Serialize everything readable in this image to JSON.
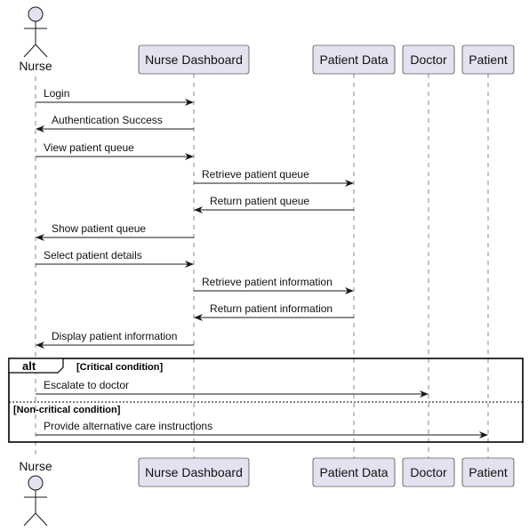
{
  "participants": [
    {
      "id": "nurse",
      "label": "Nurse",
      "kind": "actor"
    },
    {
      "id": "dashboard",
      "label": "Nurse Dashboard",
      "kind": "box"
    },
    {
      "id": "patient_data",
      "label": "Patient Data",
      "kind": "box"
    },
    {
      "id": "doctor",
      "label": "Doctor",
      "kind": "box"
    },
    {
      "id": "patient",
      "label": "Patient",
      "kind": "box"
    }
  ],
  "messages": [
    {
      "from": "nurse",
      "to": "dashboard",
      "text": "Login"
    },
    {
      "from": "dashboard",
      "to": "nurse",
      "text": "Authentication Success"
    },
    {
      "from": "nurse",
      "to": "dashboard",
      "text": "View patient queue"
    },
    {
      "from": "dashboard",
      "to": "patient_data",
      "text": "Retrieve patient queue"
    },
    {
      "from": "patient_data",
      "to": "dashboard",
      "text": "Return patient queue"
    },
    {
      "from": "dashboard",
      "to": "nurse",
      "text": "Show patient queue"
    },
    {
      "from": "nurse",
      "to": "dashboard",
      "text": "Select patient details"
    },
    {
      "from": "dashboard",
      "to": "patient_data",
      "text": "Retrieve patient information"
    },
    {
      "from": "patient_data",
      "to": "dashboard",
      "text": "Return patient information"
    },
    {
      "from": "dashboard",
      "to": "nurse",
      "text": "Display patient information"
    }
  ],
  "alt_fragment": {
    "keyword": "alt",
    "branches": [
      {
        "guard": "[Critical condition]",
        "messages": [
          {
            "from": "nurse",
            "to": "doctor",
            "text": "Escalate to doctor"
          }
        ]
      },
      {
        "guard": "[Non-critical condition]",
        "messages": [
          {
            "from": "nurse",
            "to": "patient",
            "text": "Provide alternative care instructions"
          }
        ]
      }
    ]
  },
  "colors": {
    "participant_fill": "#e2e2f0",
    "line": "#181818",
    "lifeline": "#8a8a8a"
  }
}
